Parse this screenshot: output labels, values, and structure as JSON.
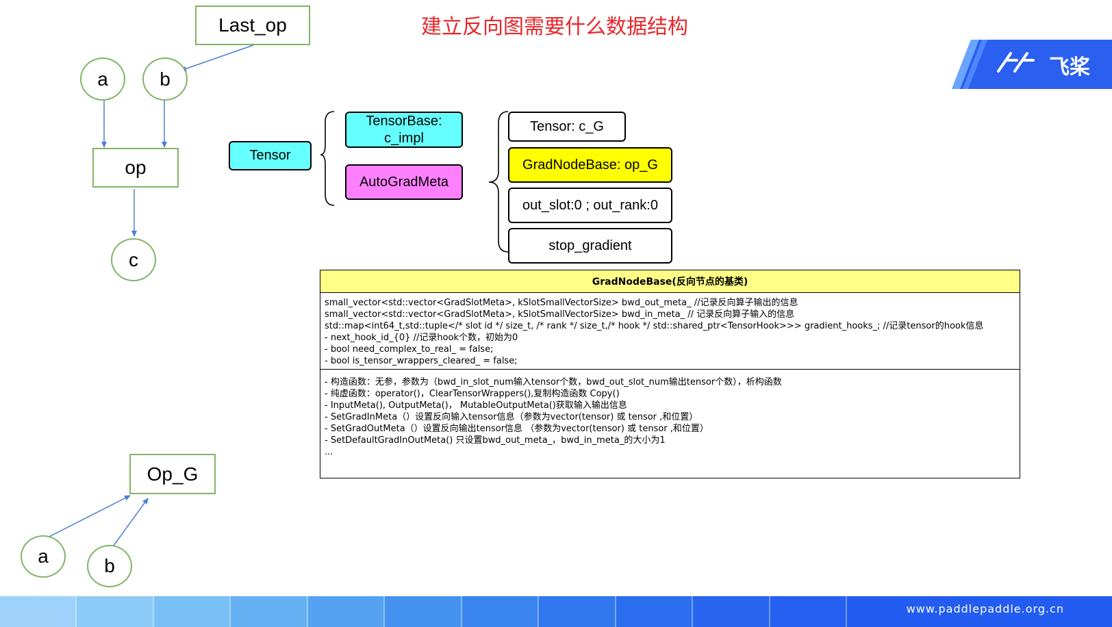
{
  "title": "建立反向图需要什么数据结构",
  "graph_top": {
    "last_op": "Last_op",
    "a": "a",
    "b": "b",
    "op": "op",
    "c": "c"
  },
  "graph_bottom": {
    "op_g": "Op_G",
    "a": "a",
    "b": "b"
  },
  "tensor": {
    "label": "Tensor",
    "tensor_base": [
      "TensorBase:",
      "c_impl"
    ],
    "autograd_meta": "AutoGradMeta"
  },
  "meta_fields": {
    "tensor": "Tensor: c_G",
    "grad_node": "GradNodeBase: op_G",
    "slot_rank": "out_slot:0 ; out_rank:0",
    "stop_gradient": "stop_gradient"
  },
  "class_box": {
    "header": "GradNodeBase(反向节点的基类)",
    "members": [
      "small_vector<std::vector<GradSlotMeta>, kSlotSmallVectorSize> bwd_out_meta_ //记录反向算子输出的信息",
      "small_vector<std::vector<GradSlotMeta>, kSlotSmallVectorSize> bwd_in_meta_ // 记录反向算子输入的信息",
      "std::map<int64_t,std::tuple</* slot id */ size_t,   /* rank */ size_t,/* hook */ std::shared_ptr<TensorHook>>> gradient_hooks_; //记录tensor的hook信息",
      "- next_hook_id_{0} //记录hook个数，初始为0",
      "- bool need_complex_to_real_ = false;",
      "- bool is_tensor_wrappers_cleared_ = false;"
    ],
    "methods": [
      "- 构造函数：无参，参数为（bwd_in_slot_num输入tensor个数，bwd_out_slot_num输出tensor个数），析构函数",
      "- 纯虚函数：operator()，ClearTensorWrappers(),复制构造函数 Copy()",
      "- InputMeta(), OutputMeta()， MutableOutputMeta()获取输入输出信息",
      "- SetGradInMeta（）设置反向输入tensor信息（参数为vector(tensor) 或 tensor ,和位置）",
      "- SetGradOutMeta（）设置反向输出tensor信息 （参数为vector(tensor) 或 tensor ,和位置）",
      "- SetDefaultGradInOutMeta() 只设置bwd_out_meta_，bwd_in_meta_的大小为1",
      "..."
    ]
  },
  "logo": {
    "text": "飞桨"
  },
  "footer": {
    "url": "www.paddlepaddle.org.cn"
  },
  "colors": {
    "title_red": "#e8262a",
    "node_green": "#82b366",
    "arrow_blue": "#4a7fd4",
    "cyan": "#66ffff",
    "pink": "#ff80ff",
    "yellow": "#ffff00",
    "brand_blue": "#2b5ff0"
  }
}
